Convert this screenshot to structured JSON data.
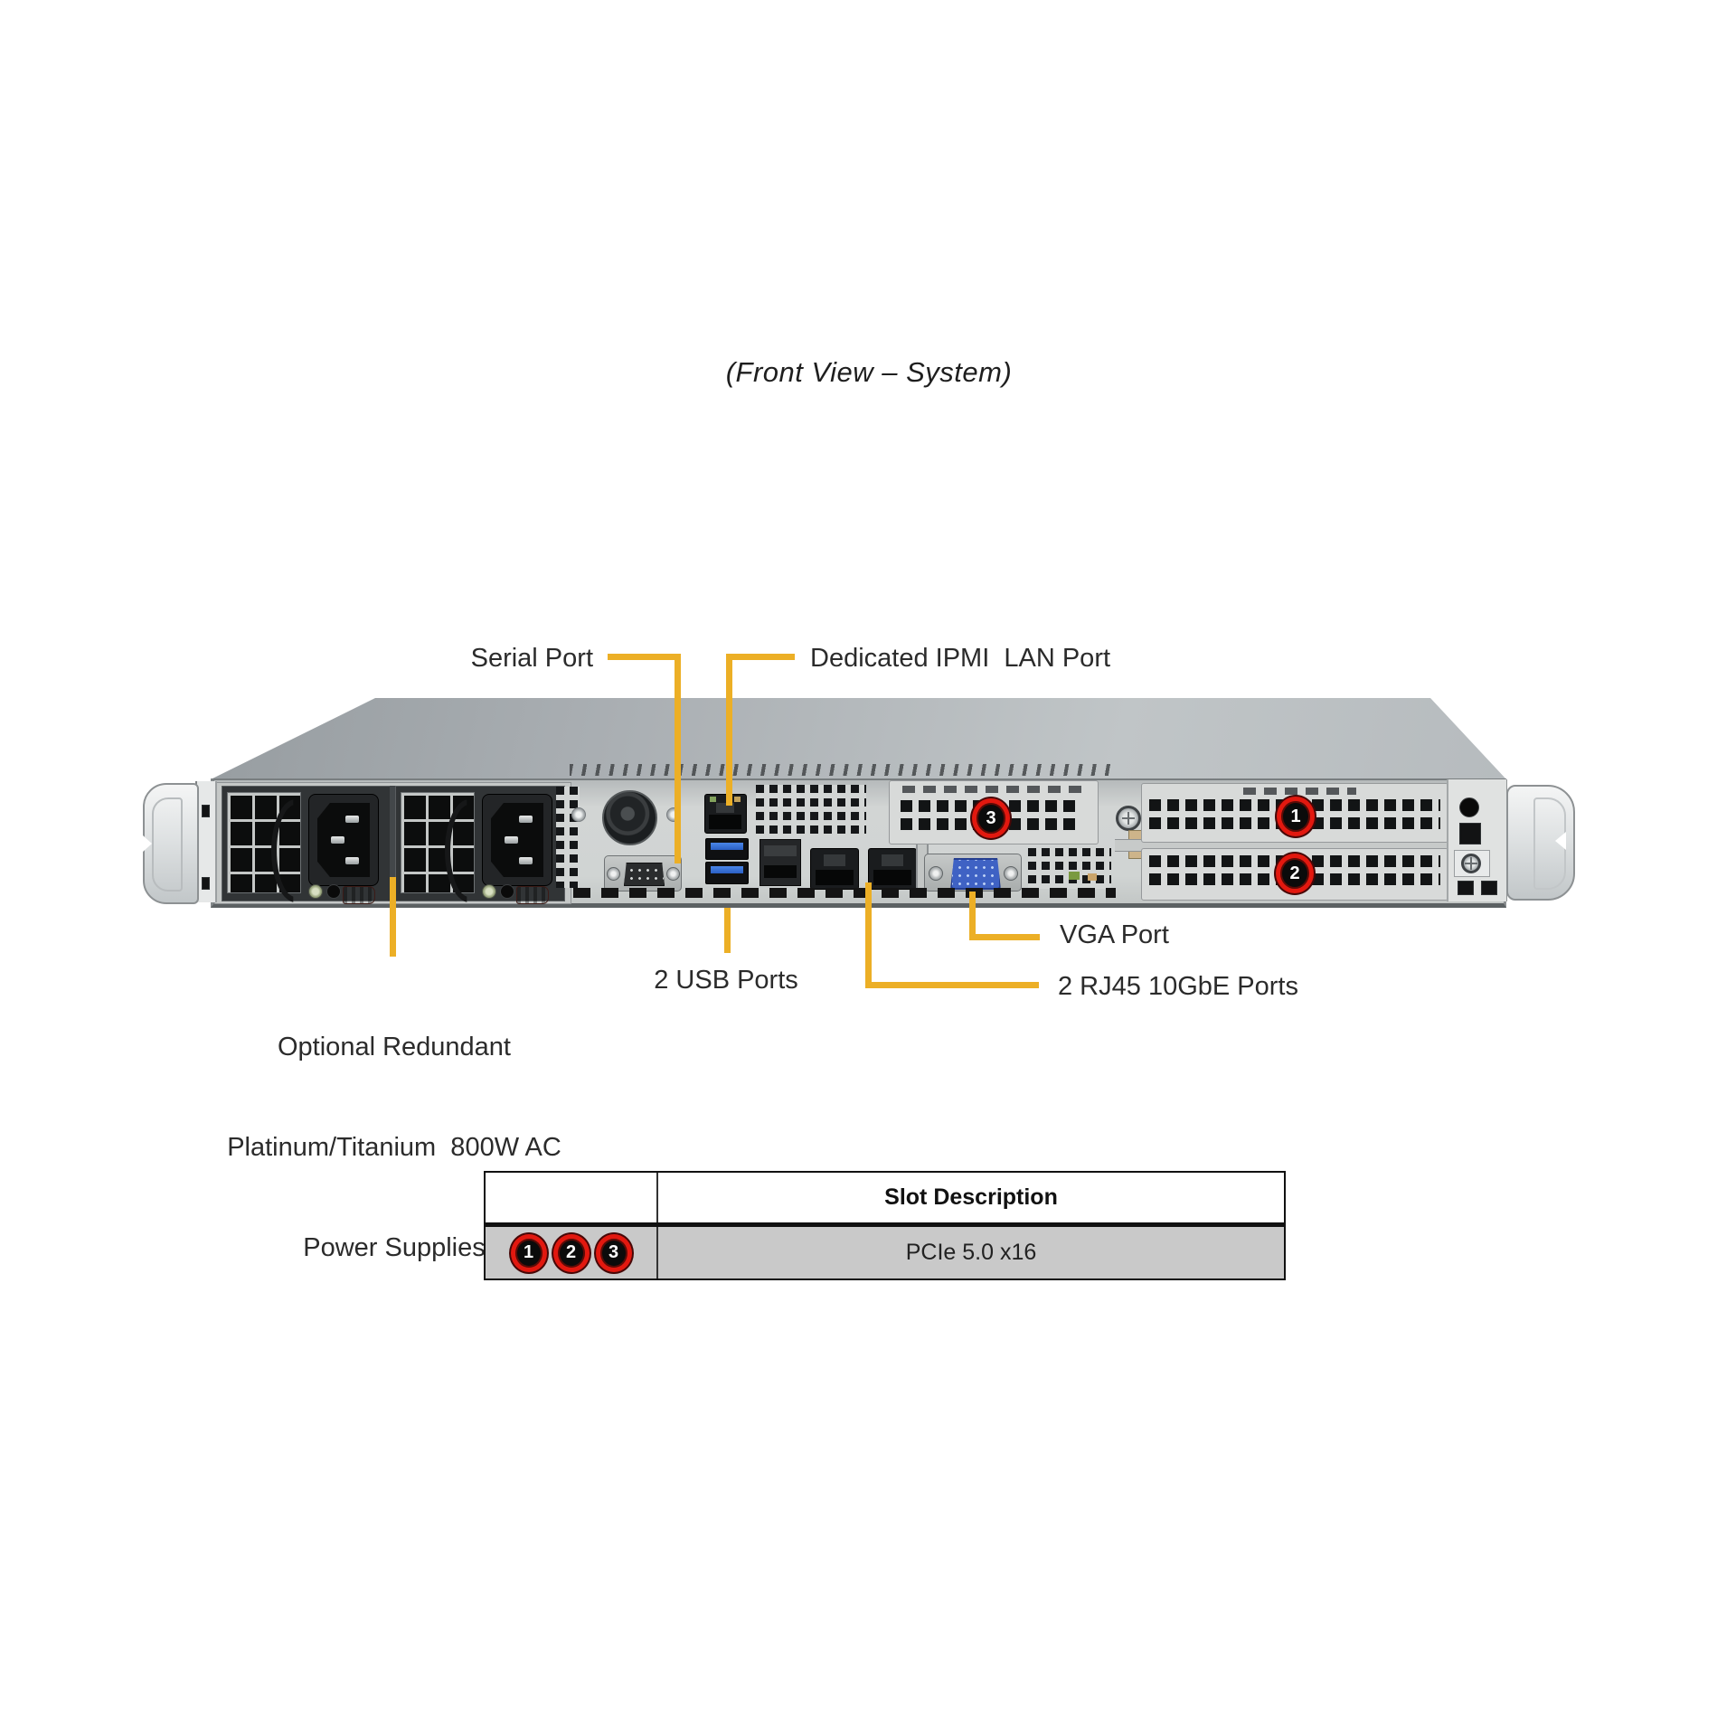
{
  "title": "(Front View – System)",
  "callouts": {
    "serial": "Serial Port",
    "ipmi": "Dedicated IPMI  LAN Port",
    "psu_line1": "Optional Redundant",
    "psu_line2": "Platinum/Titanium  800W AC",
    "psu_line3": "Power Supplies",
    "usb": "2 USB Ports",
    "vga": "VGA Port",
    "rj45": "2 RJ45 10GbE Ports"
  },
  "badges": {
    "slot1": "1",
    "slot2": "2",
    "slot3": "3"
  },
  "table": {
    "header": "Slot Description",
    "row_badges": [
      "1",
      "2",
      "3"
    ],
    "row_value": "PCIe 5.0 x16"
  },
  "colors": {
    "leader_yellow": "#ECAF26",
    "badge_red": "#E2180F",
    "chassis_gray": "#d2d5d4"
  }
}
